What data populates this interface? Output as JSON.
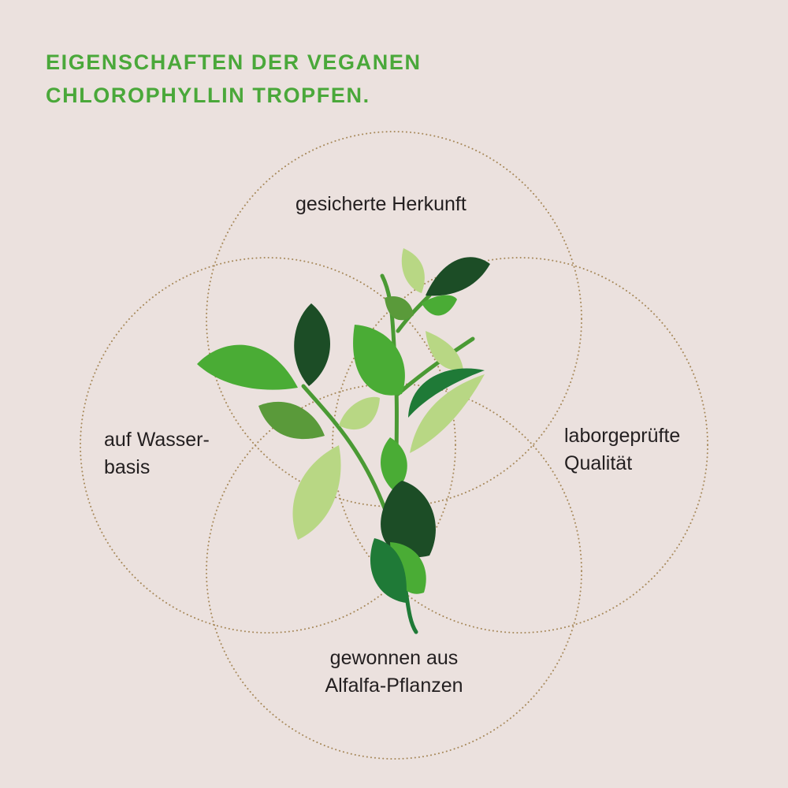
{
  "title": {
    "line1": "EIGENSCHAFTEN DER VEGANEN",
    "line2": "CHLOROPHYLLIN TROPFEN."
  },
  "properties": {
    "top": "gesicherte Herkunft",
    "left_line1": "auf Wasser-",
    "left_line2": "basis",
    "right_line1": "laborgeprüfte",
    "right_line2": "Qualität",
    "bottom_line1": "gewonnen aus",
    "bottom_line2": "Alfalfa-Pflanzen"
  },
  "colors": {
    "background": "#ebe1de",
    "title": "#4aa83a",
    "circle": "#a88a5c",
    "leaf_dark": "#1c4d26",
    "leaf_mid": "#4aac35",
    "leaf_olive": "#5a9a3a",
    "leaf_light": "#b8d784",
    "leaf_deep": "#1f7a37"
  }
}
